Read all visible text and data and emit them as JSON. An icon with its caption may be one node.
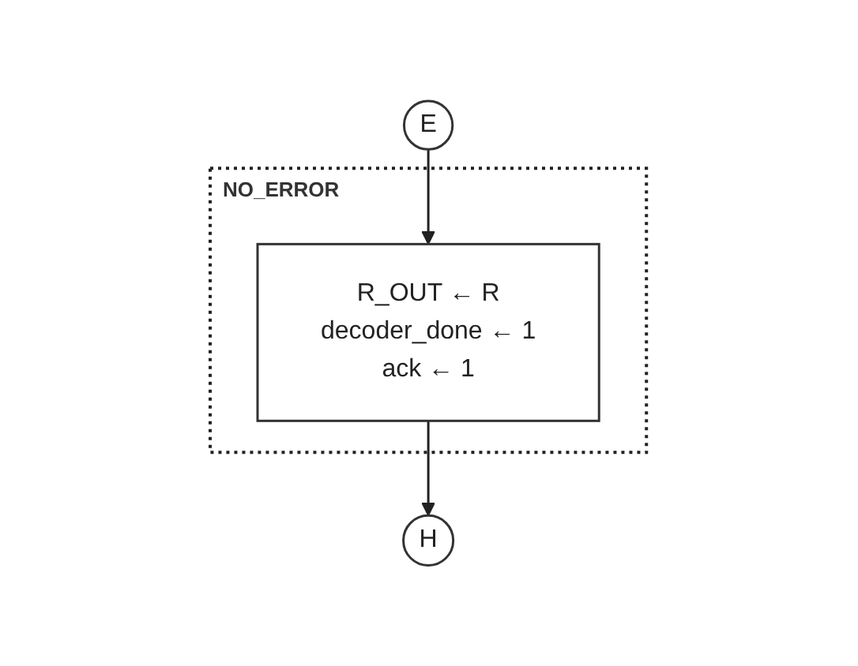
{
  "diagram": {
    "nodes": [
      {
        "text": [
          "E"
        ]
      },
      {
        "text": [
          "NO_ERROR"
        ]
      },
      {
        "text": [
          "R_OUT ← R",
          "decoder_done ← 1",
          "ack ← 1"
        ],
        "in": 1
      },
      {
        "text": [
          "H"
        ]
      }
    ],
    "edges": [
      {
        "from": 0,
        "to": 2,
        "arrow": "to"
      },
      {
        "from": 2,
        "to": 3,
        "arrow": "to"
      }
    ]
  }
}
